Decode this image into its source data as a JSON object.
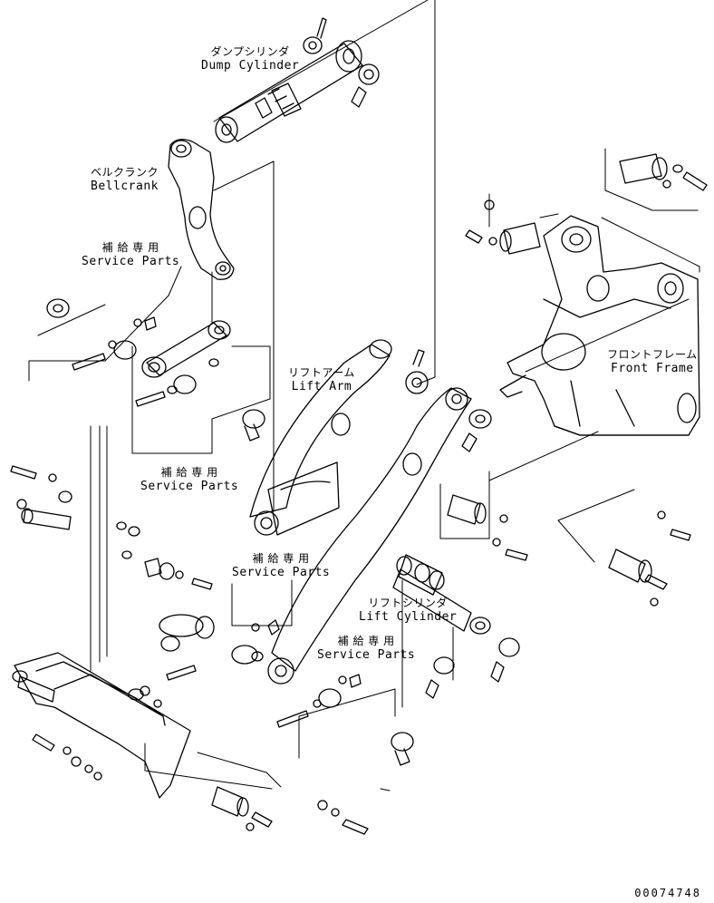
{
  "labels": {
    "dump_cylinder": {
      "jp": "ダンプシリンダ",
      "en": "Dump Cylinder"
    },
    "bellcrank": {
      "jp": "ベルクランク",
      "en": "Bellcrank"
    },
    "service_parts_1": {
      "jp": "補 給 専 用",
      "en": "Service Parts"
    },
    "lift_arm": {
      "jp": "リフトアーム",
      "en": "Lift Arm"
    },
    "front_frame": {
      "jp": "フロントフレーム",
      "en": "Front Frame"
    },
    "service_parts_2": {
      "jp": "補 給 専 用",
      "en": "Service Parts"
    },
    "service_parts_3": {
      "jp": "補 給 専 用",
      "en": "Service Parts"
    },
    "lift_cylinder": {
      "jp": "リフトシリンダ",
      "en": "Lift Cylinder"
    },
    "service_parts_4": {
      "jp": "補 給 専 用",
      "en": "Service Parts"
    }
  },
  "doc_number": "00074748"
}
